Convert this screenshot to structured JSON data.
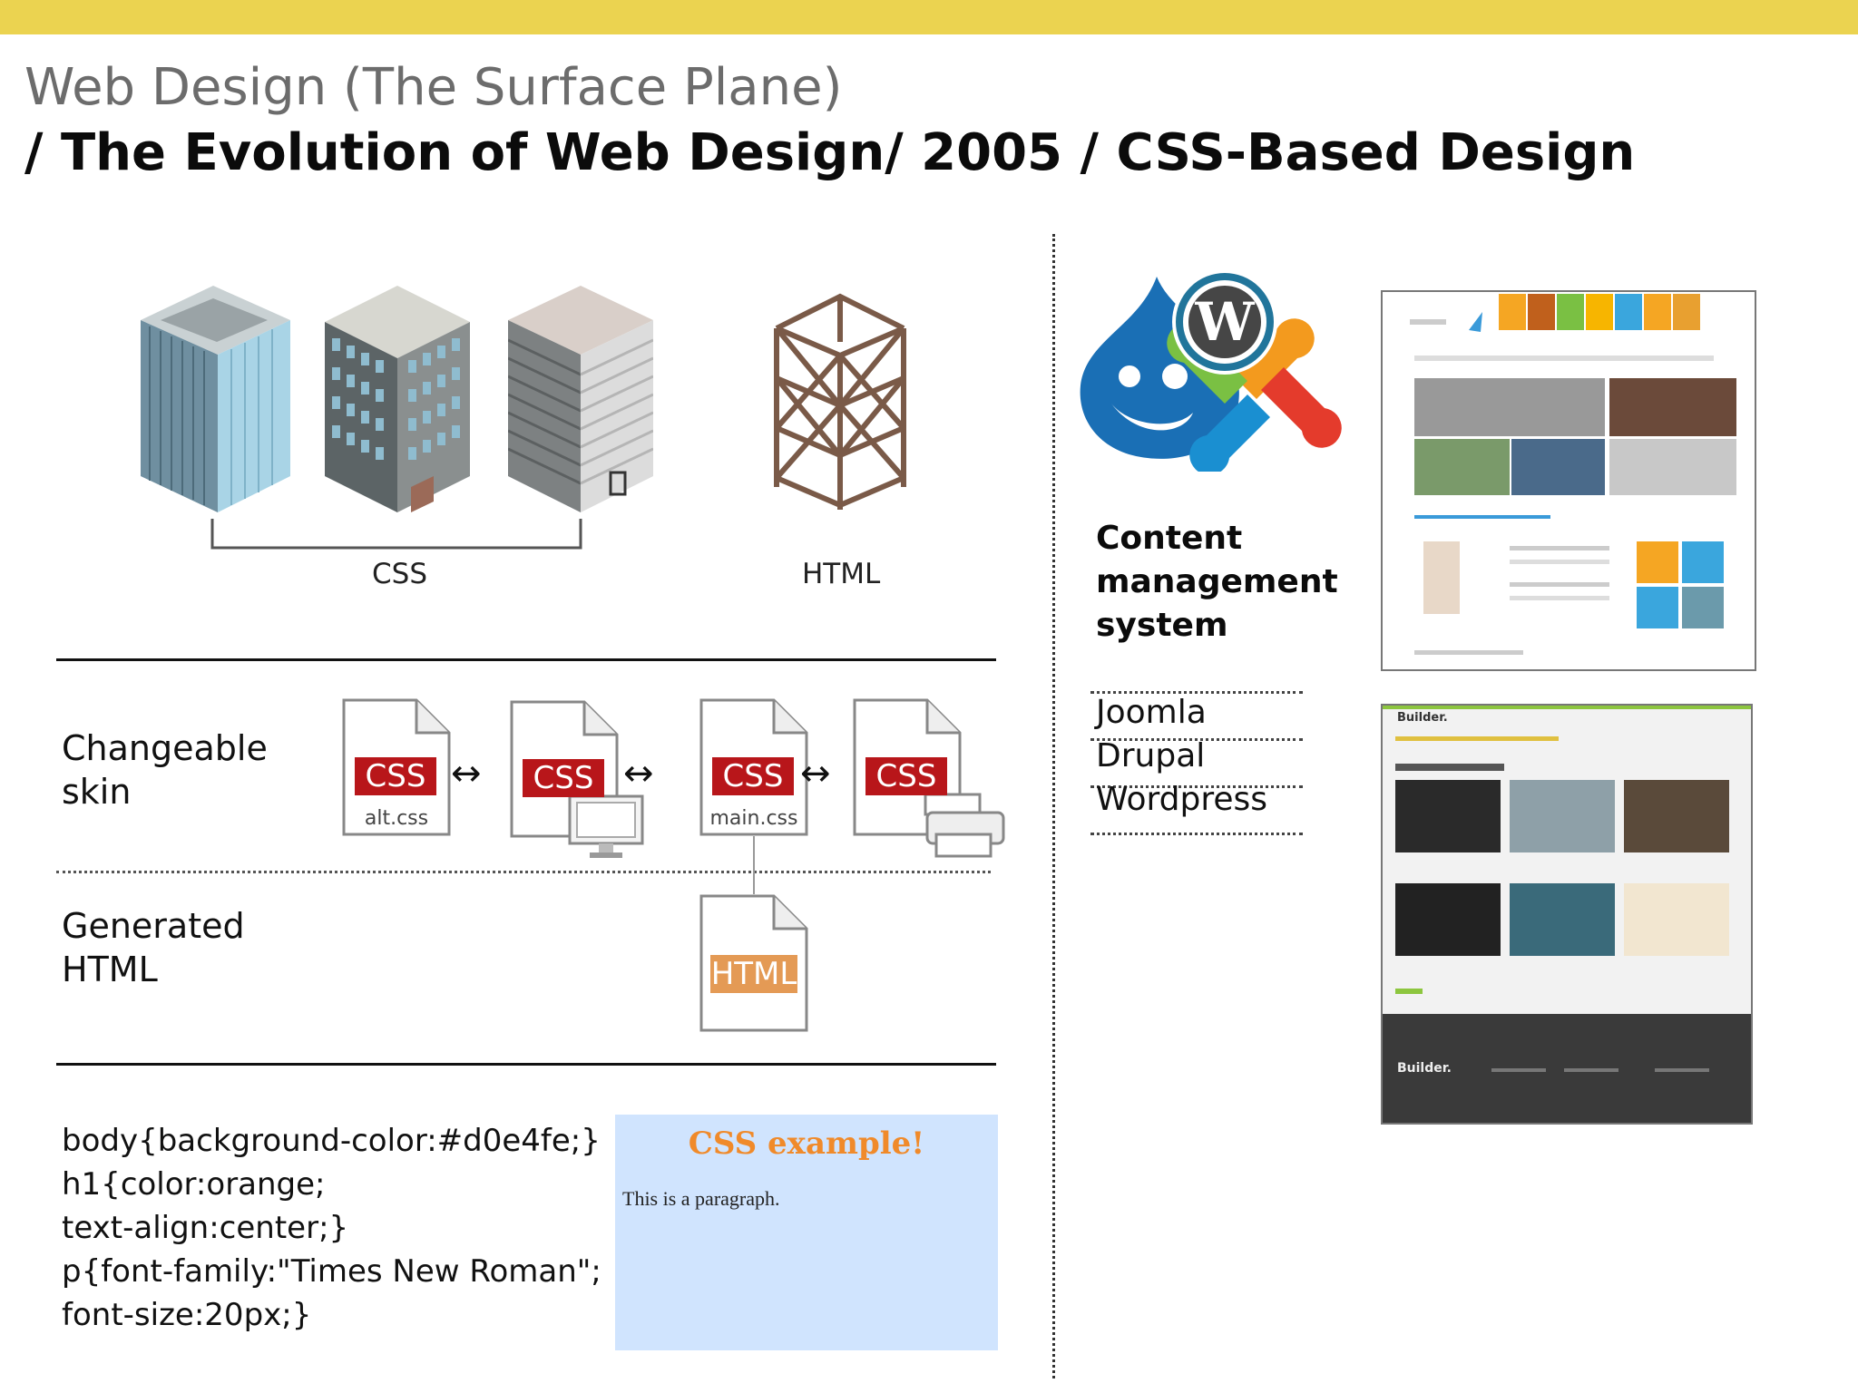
{
  "header": {
    "title": "Web Design (The Surface Plane)",
    "subtitle": "/ The Evolution of Web Design/ 2005 / CSS-Based Design"
  },
  "buildings": {
    "css_label": "CSS",
    "html_label": "HTML"
  },
  "rows": {
    "changeable_skin": "Changeable\nskin",
    "generated_html": "Generated\nHTML"
  },
  "files": {
    "css_badge": "CSS",
    "html_badge": "HTML",
    "alt_name": "alt.css",
    "main_name": "main.css",
    "arrow": "↔"
  },
  "code": {
    "lines": [
      "body{background-color:#d0e4fe;}",
      "h1{color:orange;",
      "text-align:center;}",
      "p{font-family:\"Times New Roman\";",
      "font-size:20px;}"
    ]
  },
  "example": {
    "heading": "CSS example!",
    "paragraph": "This is a paragraph.",
    "bg_color": "#d0e4fe"
  },
  "cms": {
    "label": "Content\nmanagement\nsystem",
    "items": [
      "Joomla",
      "Drupal",
      "Wordpress"
    ]
  },
  "screenshots": {
    "builder_brand": "Builder.",
    "builder_footer_brand": "Builder."
  },
  "colors": {
    "accent_bar": "#ebd350",
    "css_badge": "#b8161a",
    "html_badge": "#e49a55"
  }
}
